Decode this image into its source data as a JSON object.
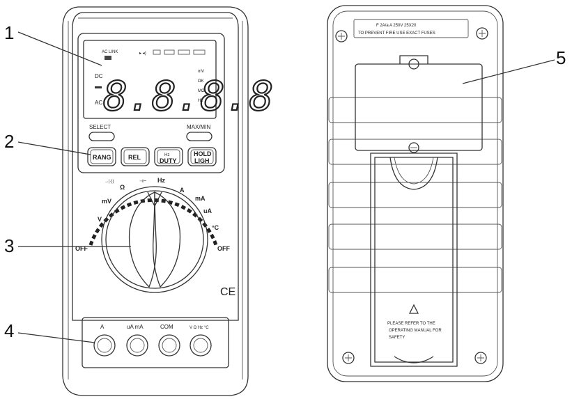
{
  "callouts": [
    "1",
    "2",
    "3",
    "4",
    "5"
  ],
  "front": {
    "display_digits": "8.8.8.8",
    "display_left": [
      "DC",
      "AC"
    ],
    "display_right": [
      "mV",
      "ΩK",
      "MΩ",
      "Hz"
    ],
    "select_label": "SELECT",
    "maxmin_label": "MAX/MIN",
    "buttons": {
      "rang": "RANG",
      "rel": "REL",
      "hz_top": "Hz",
      "hz_bottom": "DUTY",
      "hold_top": "HOLD",
      "hold_bottom": "LIGH"
    },
    "dial": {
      "off_left": "OFF",
      "off_right": "OFF",
      "hz": "Hz",
      "ohm": "Ω",
      "mv": "mV",
      "v": "V",
      "a": "A",
      "ma": "mA",
      "ua": "uA",
      "c": "°C"
    },
    "ce_mark": "CE",
    "jacks": [
      "A",
      "uA mA",
      "COM",
      "V Ω Hz °C"
    ]
  },
  "back": {
    "fuse_line1": "F 2A/a A 250V 25X20",
    "fuse_line2": "TO PREVENT FIRE USE EXACT FUSES",
    "stand_warning": [
      "PLEASE REFER TO THE",
      "OPERATING MANUAL FOR",
      "SAFETY"
    ]
  }
}
